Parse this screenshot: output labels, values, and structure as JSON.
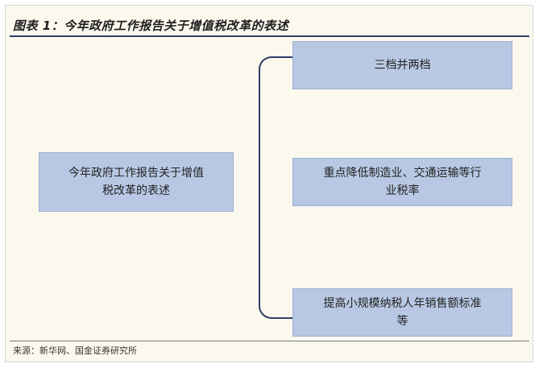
{
  "title": "图表 1：今年政府工作报告关于增值税改革的表述",
  "diagram": {
    "root": {
      "line1": "今年政府工作报告关于增值",
      "line2": "税改革的表述"
    },
    "branches": [
      {
        "line1": "三档并两档",
        "line2": ""
      },
      {
        "line1": "重点降低制造业、交通运输等行",
        "line2": "业税率"
      },
      {
        "line1": "提高小规模纳税人年销售额标准",
        "line2": "等"
      }
    ]
  },
  "source": "来源：新华网、国金证券研究所",
  "colors": {
    "box_fill": "#b8c8e4",
    "accent": "#2f3d6b",
    "background": "#fbf8ee"
  }
}
